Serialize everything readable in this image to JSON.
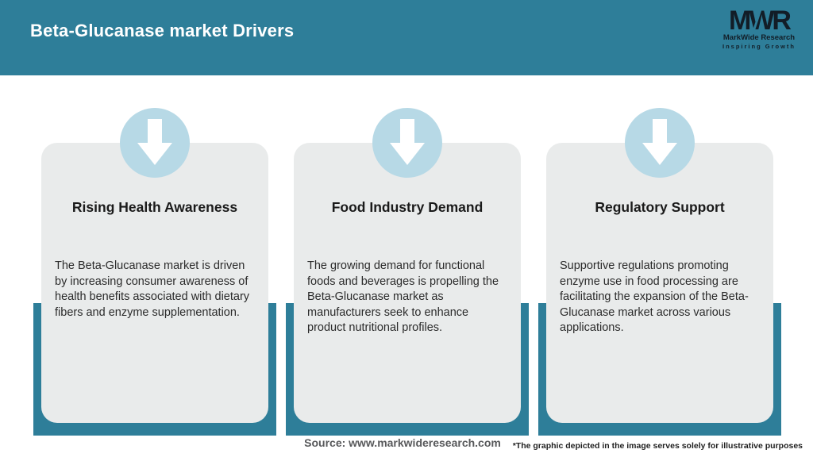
{
  "header": {
    "title": "Beta-Glucanase market Drivers",
    "logo": {
      "acronym": "MWR",
      "name": "MarkWide Research",
      "tagline": "Inspiring Growth"
    }
  },
  "cards": [
    {
      "title": "Rising Health Awareness",
      "body": "The Beta-Glucanase market is driven by increasing consumer awareness of health benefits associated with dietary fibers and enzyme supplementation."
    },
    {
      "title": "Food Industry Demand",
      "body": "The growing demand for functional foods and beverages is propelling the Beta-Glucanase market as manufacturers seek to enhance product nutritional profiles."
    },
    {
      "title": "Regulatory Support",
      "body": "Supportive regulations promoting enzyme use in food processing are facilitating the expansion of the Beta-Glucanase market across various applications."
    }
  ],
  "footer": {
    "source": "Source: www.markwideresearch.com",
    "disclaimer": "*The graphic depicted in the image serves solely for illustrative purposes"
  },
  "icons": {
    "card_icon": "down-arrow-icon"
  },
  "colors": {
    "teal": "#2e7e99",
    "light_blue": "#b7d9e6",
    "card_gray": "#e9ebeb",
    "header_text": "#ffffff",
    "title_text": "#1a1a1a",
    "body_text": "#2b2b2b",
    "source_text": "#58595b",
    "logo_dark": "#121d27"
  }
}
